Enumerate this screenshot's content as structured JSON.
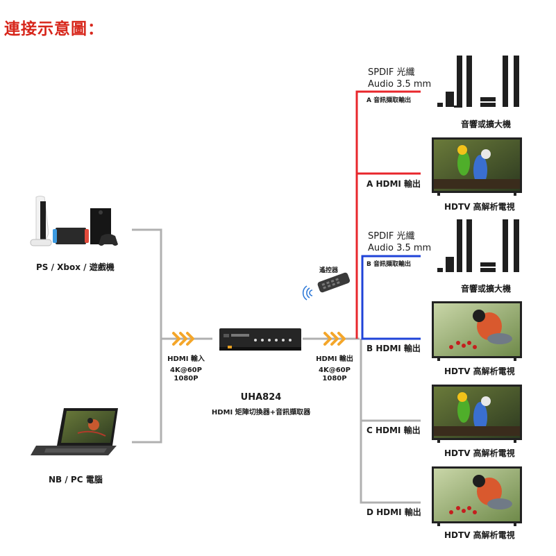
{
  "title": "連接示意圖：",
  "sources": {
    "console_label": "PS / Xbox / 遊戲機",
    "laptop_label": "NB / PC 電腦"
  },
  "input": {
    "label": "HDMI 輸入",
    "res1": "4K@60P",
    "res2": "1080P"
  },
  "device": {
    "model": "UHA824",
    "subtitle": "HDMI 矩陣切換器+音訊擷取器",
    "remote_label": "遙控器"
  },
  "output": {
    "label": "HDMI 輸出",
    "res1": "4K@60P",
    "res2": "1080P"
  },
  "spdif": {
    "line1": "SPDIF 光纖",
    "line2": "Audio 3.5 mm"
  },
  "ports": {
    "a_audio": "A 音訊擷取輸出",
    "a_hdmi": "A HDMI 輸出",
    "b_audio": "B 音訊擷取輸出",
    "b_hdmi": "B HDMI 輸出",
    "c_hdmi": "C HDMI 輸出",
    "d_hdmi": "D HDMI 輸出"
  },
  "devices": {
    "speaker": "音響或擴大機",
    "tv": "HDTV 高解析電視"
  },
  "colors": {
    "title": "#d7261b",
    "line_a": "#e8262b",
    "line_b": "#1f43d8",
    "line_grey": "#b0b0b0",
    "arrow": "#f4a62a"
  }
}
